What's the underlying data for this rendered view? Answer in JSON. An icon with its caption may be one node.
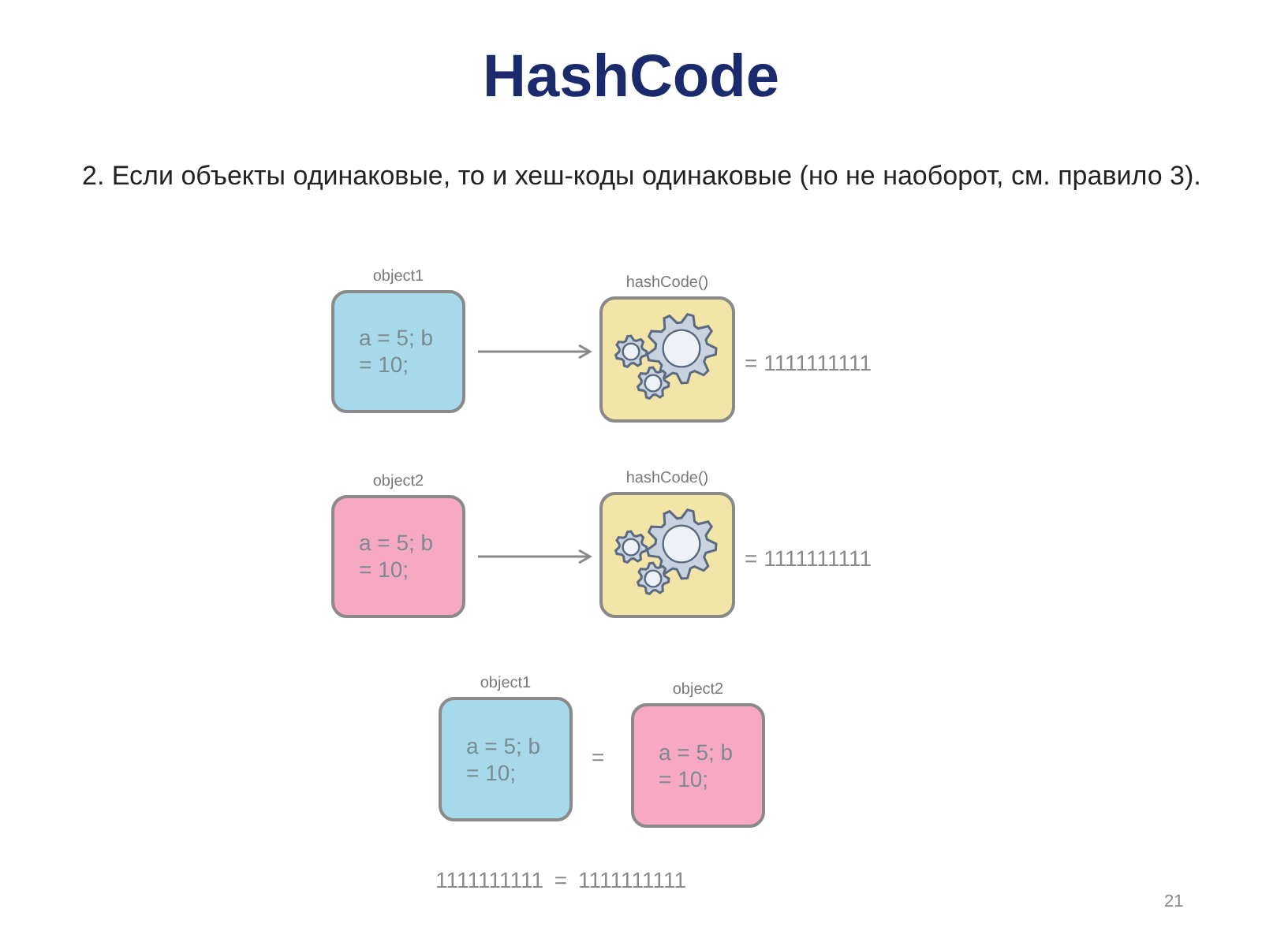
{
  "diagram": {
    "title": "HashCode",
    "nodes": [
      {
        "text": [
          "object1",
          "a = 5; b = 10;"
        ]
      },
      {
        "text": [
          "hashCode()"
        ],
        "beside": [
          "= 1111111111"
        ]
      },
      {
        "text": [
          "object2",
          "a = 5; b = 10;"
        ]
      },
      {
        "text": [
          "hashCode()"
        ],
        "beside": [
          "= 1111111111"
        ]
      },
      {
        "text": [
          "object1",
          "a = 5; b = 10;"
        ]
      },
      {
        "text": [
          "object2",
          "a = 5; b = 10;"
        ]
      }
    ],
    "edges": [
      {
        "from": 0,
        "to": 1,
        "arrow": "to"
      },
      {
        "from": 2,
        "to": 3,
        "arrow": "to"
      }
    ],
    "labels": [
      "2. Если объекты одинаковые, то и хеш-коды одинаковые (но не наоборот, см. правило 3).",
      "=",
      "1111111111 = 1111111111",
      "21"
    ]
  }
}
